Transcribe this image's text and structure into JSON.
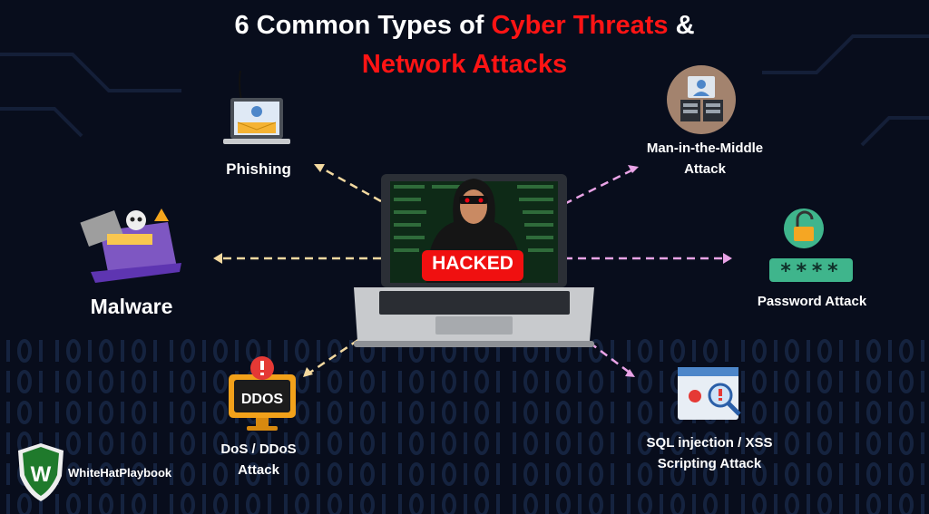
{
  "title": {
    "part1": "6 Common Types of ",
    "highlight1": "Cyber Threats",
    "part2": " &",
    "line2": "Network Attacks"
  },
  "center": {
    "badge": "HACKED"
  },
  "threats": [
    {
      "label": "Phishing",
      "icon": "phishing-laptop-icon"
    },
    {
      "label": "Malware",
      "icon": "malware-laptop-icon"
    },
    {
      "label_line1": "DoS / DDoS",
      "label_line2": "Attack",
      "icon_text": "DDOS",
      "icon": "ddos-monitor-icon"
    },
    {
      "label_line1": "Man-in-the-Middle",
      "label_line2": "Attack",
      "icon": "server-user-icon"
    },
    {
      "label": "Password Attack",
      "masked": "****",
      "icon": "unlock-icon"
    },
    {
      "label_line1": "SQL injection / XSS",
      "label_line2": "Scripting Attack",
      "icon": "bug-search-icon"
    }
  ],
  "brand": {
    "name": "WhiteHatPlaybook",
    "logo_letter": "W"
  },
  "colors": {
    "accent": "#ff1414",
    "arrow_left": "#f3d9a0",
    "arrow_right": "#e9a3e6",
    "background": "#080d1c"
  }
}
